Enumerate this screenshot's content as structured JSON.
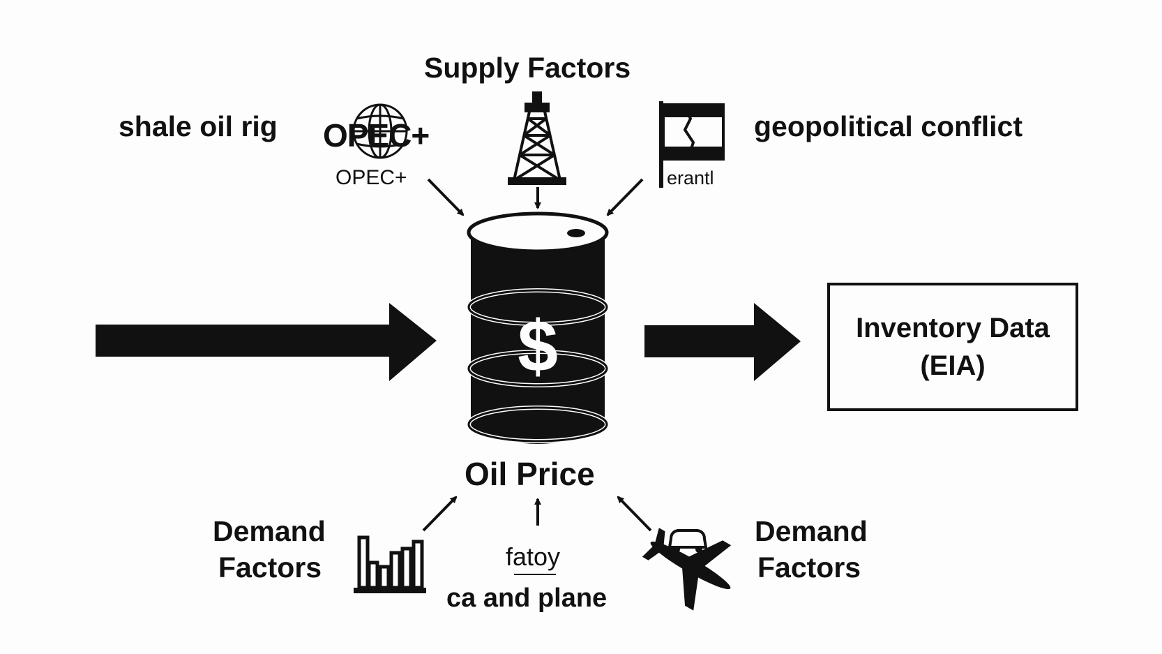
{
  "diagram": {
    "supply_title": "Supply Factors",
    "shale_label": "shale oil rig",
    "opec_logo_text": "OPEC+",
    "opec_caption": "OPEC+",
    "geo_label": "geopolitical conflict",
    "flag_caption": "erantl",
    "center_label": "Oil Price",
    "center_symbol": "$",
    "inventory_line1": "Inventory Data",
    "inventory_line2": "(EIA)",
    "demand_left_line1": "Demand",
    "demand_left_line2": "Factors",
    "demand_right_line1": "Demand",
    "demand_right_line2": "Factors",
    "factory_label": "fatoy",
    "car_plane_label": "ca and plane"
  },
  "colors": {
    "ink": "#111111",
    "background": "#fdfdfd"
  },
  "icons": [
    "globe-icon",
    "oil-rig-icon",
    "flag-icon",
    "oil-barrel-icon",
    "factory-icon",
    "airplane-car-icon"
  ]
}
